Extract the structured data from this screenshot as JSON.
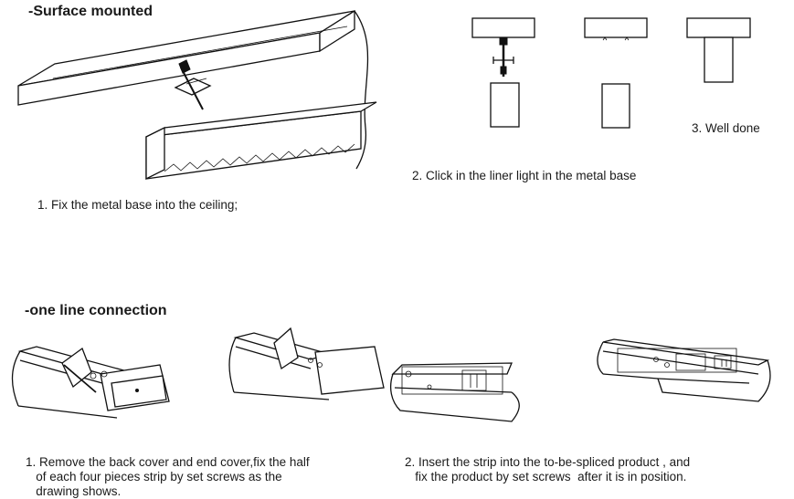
{
  "surface": {
    "title": "-Surface mounted",
    "step1": "1. Fix the metal base into the ceiling;",
    "step2": "2.  Click in the liner light in the metal base",
    "step3": "3. Well done"
  },
  "connection": {
    "title": "-one line connection",
    "step1": "1. Remove the back cover and end cover,fix the half\n   of each four pieces strip by set screws as the\n   drawing shows.",
    "step2": "2. Insert the strip into the to-be-spliced product , and\n   fix the product by set screws  after it is in position."
  }
}
